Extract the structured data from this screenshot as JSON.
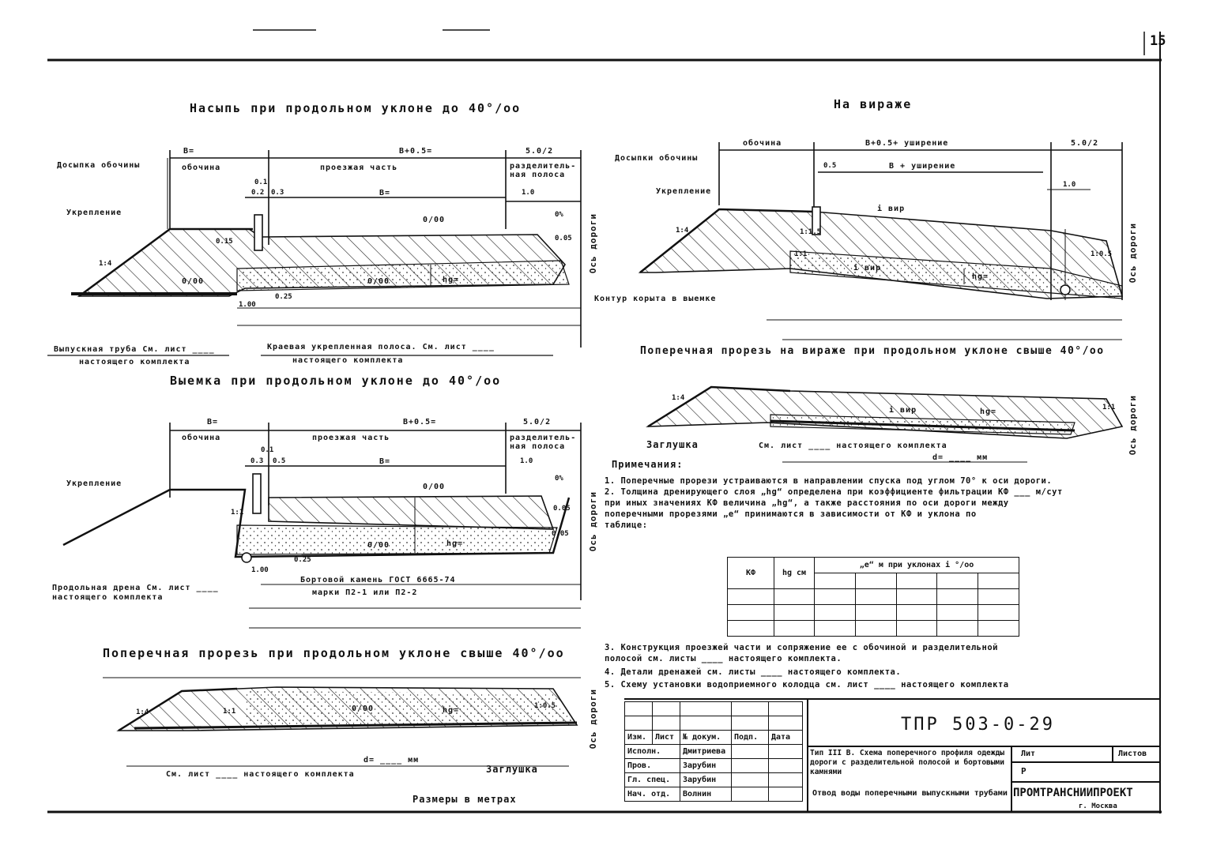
{
  "sheet": {
    "page_number": "15",
    "code": "ТПР 503-0-29",
    "units_note": "Размеры в метрах",
    "axis_label": "Ось дороги"
  },
  "sections": {
    "embankment": {
      "title": "Насыпь при продольном уклоне до 40°/оо",
      "dims": [
        "B=",
        "обочина",
        "B+0.5=",
        "проезжая часть",
        "5.0/2",
        "разделитель-",
        "ная полоса",
        "0.1",
        "0.2",
        "0.3",
        "B=",
        "1.0",
        "0/00",
        "0%",
        "0.05",
        "0.15",
        "1:4",
        "0/00",
        "0/00",
        "hg=",
        "0.25",
        "1.00"
      ],
      "labels": [
        "Досыпка обочины",
        "Укрепление",
        "Выпускная труба См. лист ____",
        "настоящего комплекта",
        "Краевая укрепленная полоса. См. лист ____",
        "настоящего комплекта"
      ]
    },
    "curve": {
      "title": "На вираже",
      "dims": [
        "обочина",
        "B+0.5+ уширение",
        "5.0/2",
        "0.5",
        "B + уширение",
        "1.0",
        "i вир",
        "i вир",
        "hg=",
        "1:4",
        "1:1.5",
        "1:1",
        "1:0.5"
      ],
      "labels": [
        "Досыпки обочины",
        "Укрепление",
        "Контур корыта в выемке"
      ]
    },
    "cut": {
      "title": "Выемка при продольном уклоне до 40°/оо",
      "dims": [
        "B=",
        "обочина",
        "B+0.5=",
        "проезжая часть",
        "5.0/2",
        "разделитель-",
        "ная полоса",
        "0.1",
        "0.3",
        "0.5",
        "B=",
        "1.0",
        "0/00",
        "0%",
        "0.05",
        "0/00",
        "hg=",
        "1.00",
        "0.25",
        "1:1",
        "0.05"
      ],
      "labels": [
        "Укрепление",
        "Продольная дрена См. лист ____",
        "настоящего комплекта",
        "Бортовой камень ГОСТ 6665-74",
        "марки П2-1 или П2-2"
      ]
    },
    "cross_cut_curve": {
      "title": "Поперечная прорезь на вираже при продольном уклоне свыше 40°/оо",
      "dims": [
        "i вир",
        "hg=",
        "d= ____ мм",
        "1:4",
        "1:1"
      ],
      "labels": [
        "Заглушка",
        "См. лист ____ настоящего комплекта"
      ]
    },
    "cross_cut": {
      "title": "Поперечная прорезь при продольном уклоне свыше 40°/оо",
      "dims": [
        "0/00",
        "hg=",
        "d= ____ мм",
        "1:1",
        "1:0.5",
        "1:4"
      ],
      "labels": [
        "См. лист ____ настоящего комплекта",
        "Заглушка"
      ]
    }
  },
  "notes": {
    "heading": "Примечания:",
    "lines": [
      "1. Поперечные прорези устраиваются в направлении спуска под углом 70° к оси дороги.",
      "2. Толщина дренирующего слоя „hg“ определена при коэффициенте фильтрации КФ ___ м/сут",
      "   при иных значениях КФ величина „hg“, а также расстояния по оси дороги между",
      "   поперечными прорезями „е“ принимаются в зависимости от КФ и уклона по",
      "   таблице:",
      "3. Конструкция проезжей части и сопряжение ее с обочиной и разделительной",
      "   полосой см. листы ____ настоящего комплекта.",
      "4. Детали дренажей см. листы ____ настоящего комплекта.",
      "5. Схему установки водоприемного колодца см. лист ____ настоящего комплекта"
    ]
  },
  "kf_table": {
    "headers": [
      "КФ",
      "hg см",
      "„е“ м при уклонах  i °/оо"
    ]
  },
  "stamp": {
    "header_row": [
      "Изм.",
      "Лист",
      "№ докум.",
      "Подп.",
      "Дата"
    ],
    "rows": [
      {
        "role": "Исполн.",
        "name": "Дмитриева"
      },
      {
        "role": "Пров.",
        "name": "Зарубин"
      },
      {
        "role": "Гл. спец.",
        "name": "Зарубин"
      },
      {
        "role": "Нач. отд.",
        "name": "Волнин"
      }
    ],
    "title_1": "Тип III В. Схема поперечного профиля одежды дороги с разделительной полосой и бортовыми камнями",
    "title_2": "Отвод воды поперечными выпускными трубами",
    "lit_label": "Лит",
    "lit_value": "Р",
    "sheets_label": "Листов",
    "org": "ПРОМТРАНСНИИПРОЕКТ",
    "city": "г. Москва"
  }
}
